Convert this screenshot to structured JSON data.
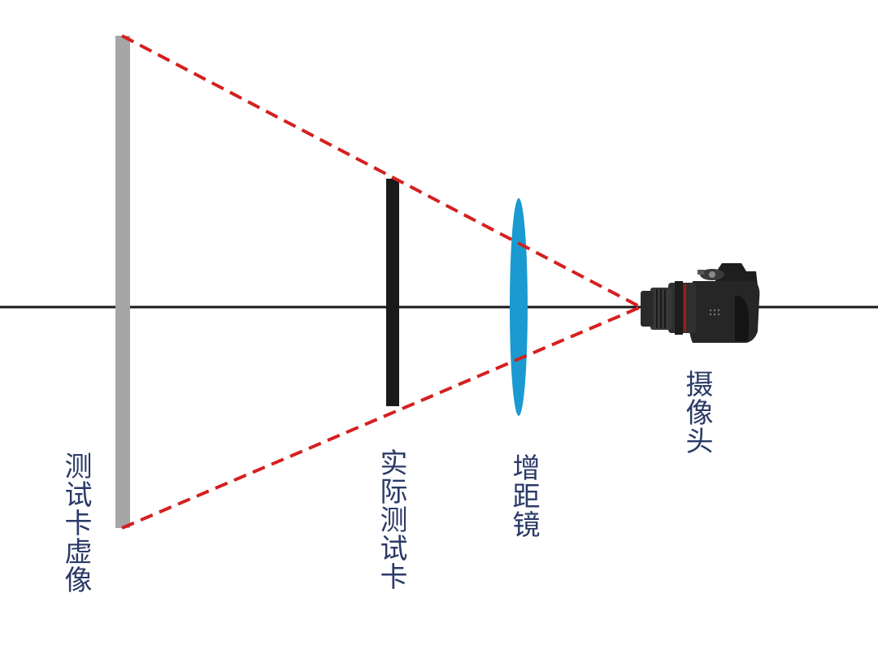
{
  "labels": {
    "virtual_image": "测试卡虚像",
    "actual_card": "实际测试卡",
    "extender_lens": "增距镜",
    "camera": "摄像头"
  },
  "colors": {
    "axis": "#1a1a1a",
    "virtual_image_bar": "#a6a6a6",
    "actual_card_bar": "#1a1a1a",
    "lens": "#1a9ad0",
    "rays": "#d42020",
    "label_text": "#2b3a67"
  },
  "icons": {
    "camera": "dslr-camera-icon"
  }
}
